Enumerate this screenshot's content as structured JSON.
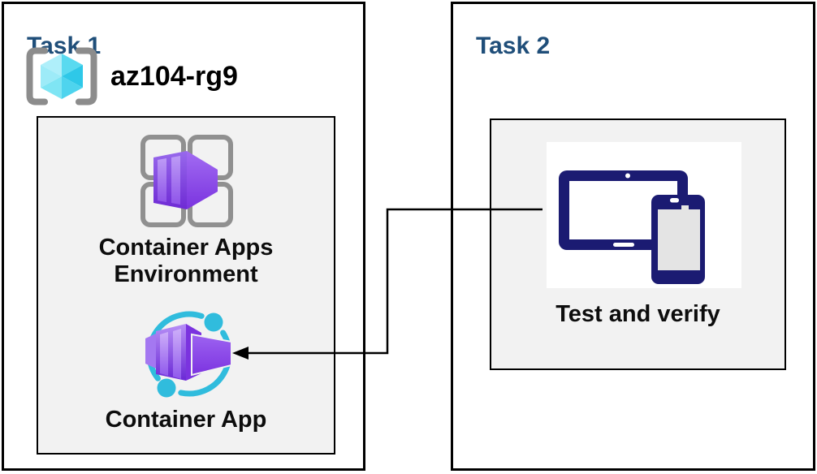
{
  "colors": {
    "task_title_blue": "#1F4E79",
    "inner_panel_gray": "#F2F2F2",
    "border_black": "#000000",
    "connector_black": "#000000",
    "azure_cyan": "#35C4E2",
    "azure_purple_light": "#9B5FF1",
    "azure_purple_dark": "#6E2AD4",
    "resource_cube_cyan": "#59DAF0",
    "bracket_gray": "#8C8C8C",
    "window_frame_gray": "#909090",
    "device_navy": "#1B1B72",
    "device_screen_gray": "#E4E4E4"
  },
  "task1": {
    "title": "Task 1",
    "resource_group": {
      "label": "az104-rg9",
      "icon": "resource-group-icon"
    },
    "environment_node": {
      "lines": [
        "Container Apps",
        "Environment"
      ],
      "icon": "container-apps-environment-icon"
    },
    "app_node": {
      "label": "Container App",
      "icon": "container-app-icon"
    }
  },
  "task2": {
    "title": "Task 2",
    "verify_node": {
      "label": "Test and verify",
      "icon": "tablet-and-phone-icon"
    }
  },
  "connector": {
    "type": "elbow-arrow",
    "from": "verify_node",
    "to": "app_node"
  }
}
